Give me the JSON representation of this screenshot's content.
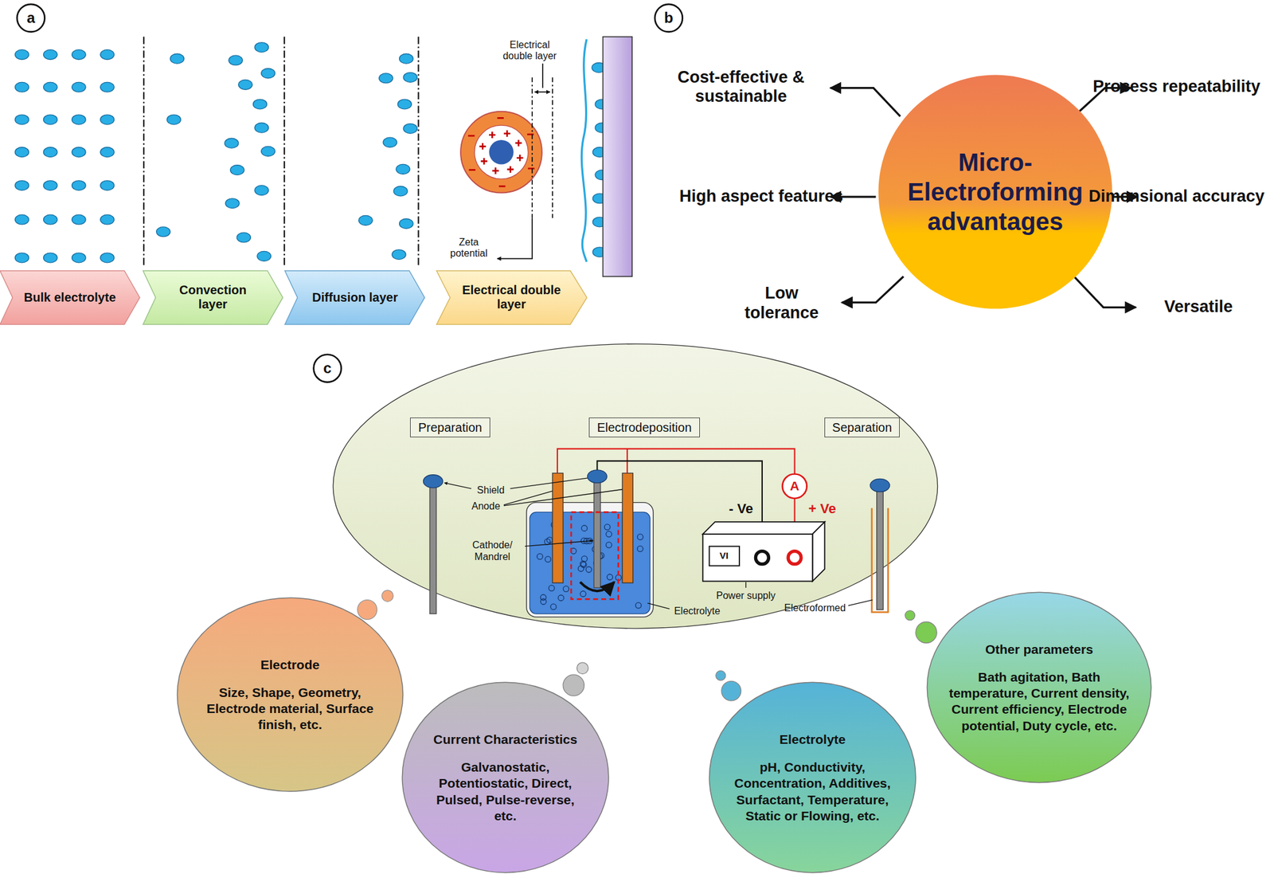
{
  "diagram": {
    "nodes": [
      {
        "text": [
          "Bulk electrolyte"
        ]
      },
      {
        "text": [
          "Convection layer"
        ]
      },
      {
        "text": [
          "Diffusion layer"
        ]
      },
      {
        "text": [
          "Electrical double layer"
        ]
      },
      {
        "text": [
          "Micro- Electroforming advantages"
        ]
      },
      {
        "text": [
          "Preparation"
        ]
      },
      {
        "text": [
          "Electrodeposition"
        ]
      },
      {
        "text": [
          "Separation"
        ]
      },
      {
        "text": [
          "Electrode",
          "Size, Shape, Geometry, Electrode material, Surface finish, etc."
        ]
      },
      {
        "text": [
          "Current Characteristics",
          "Galvanostatic, Potentiostatic, Direct, Pulsed, Pulse-reverse, etc."
        ]
      },
      {
        "text": [
          "Electrolyte",
          "pH, Conductivity, Concentration, Additives, Surfactant, Temperature, Static or Flowing, etc."
        ]
      },
      {
        "text": [
          "Other parameters",
          "Bath agitation, Bath temperature, Current density, Current efficiency, Electrode potential, Duty cycle, etc."
        ]
      }
    ],
    "labels": [
      "a",
      "Electrical double layer",
      "Zeta potential",
      "b",
      "Cost-effective & sustainable",
      "Process repeatability",
      "High aspect features",
      "Dimensional accuracy",
      "Low tolerance",
      "Versatile",
      "c",
      "Shield",
      "Anode",
      "Cathode/ Mandrel",
      "- Ve",
      "+ Ve",
      "A",
      "VI",
      "Power supply",
      "Electrolyte",
      "Electroformed"
    ]
  }
}
